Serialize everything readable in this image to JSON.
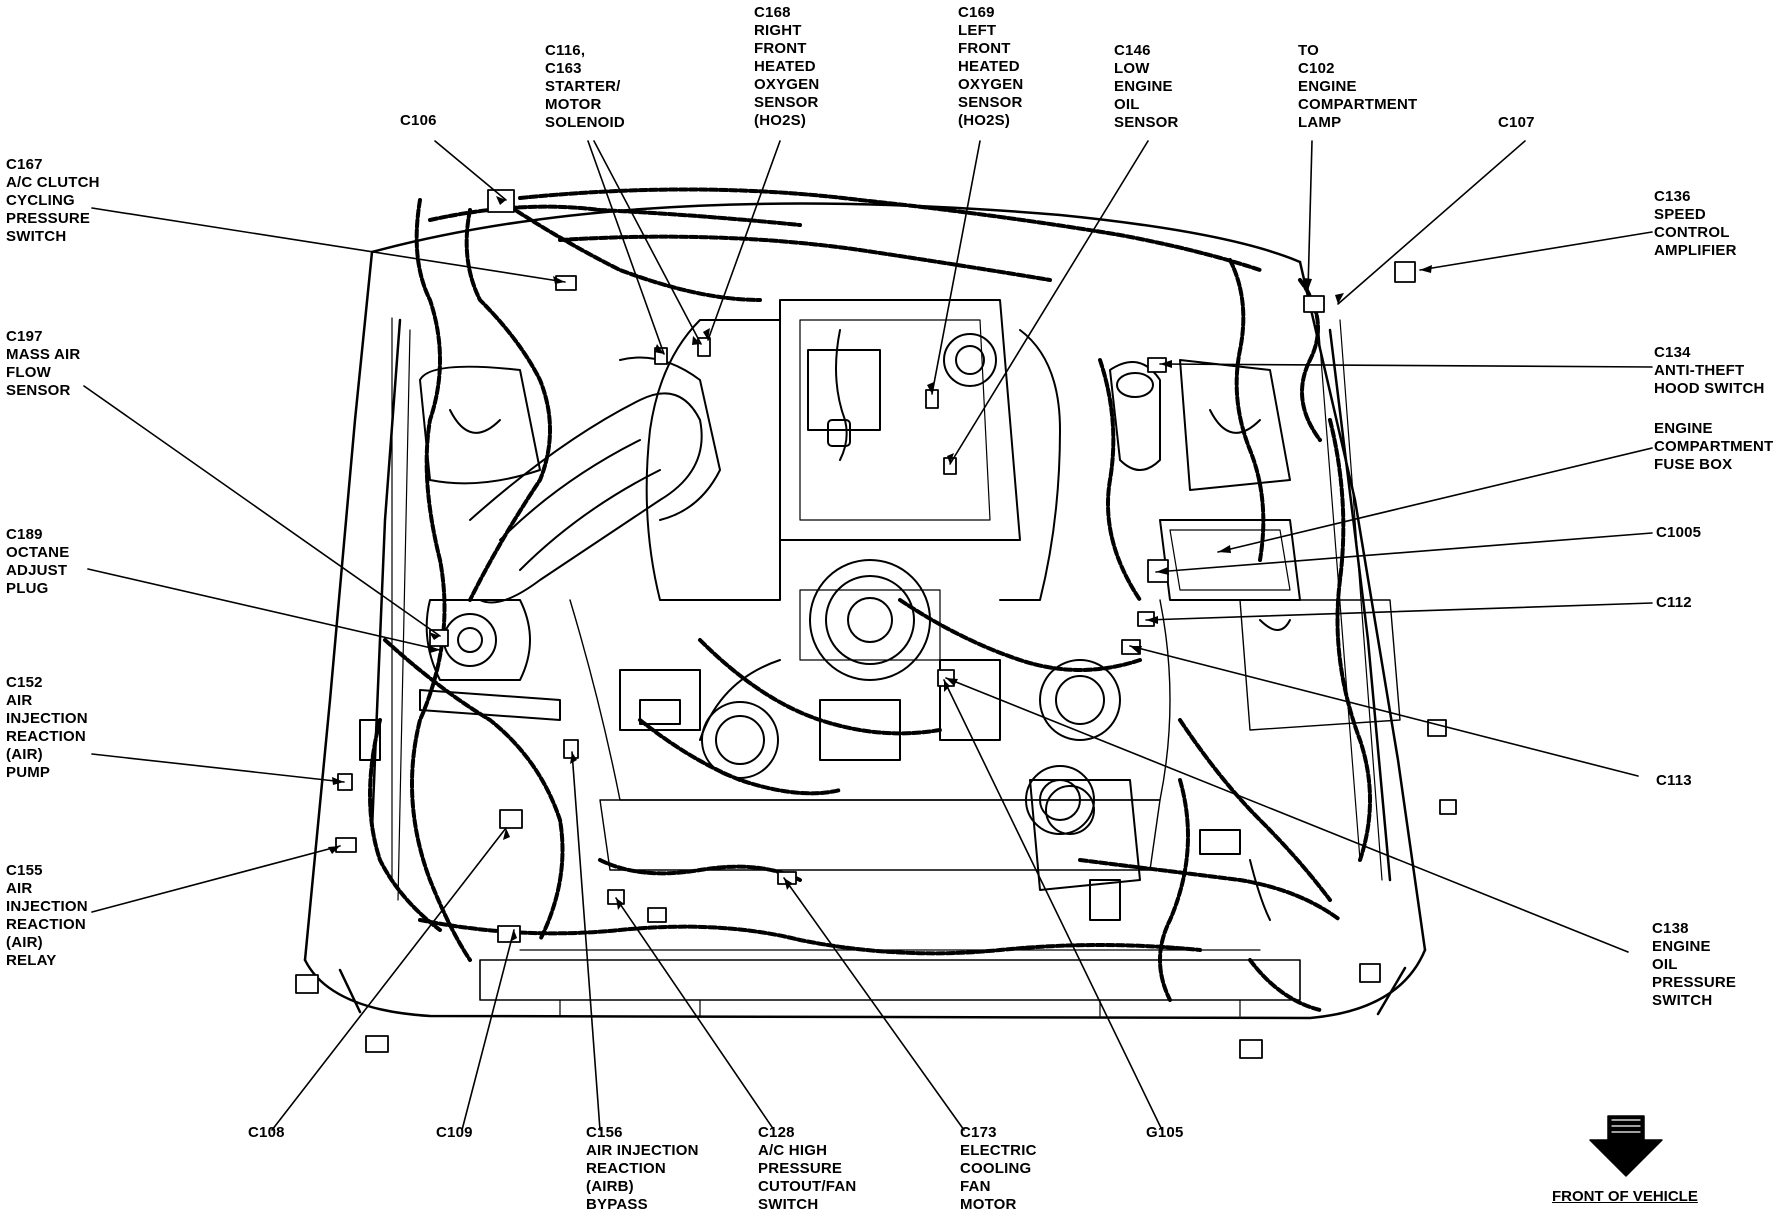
{
  "labels": {
    "c167": [
      "C167",
      "A/C CLUTCH",
      "CYCLING",
      "PRESSURE",
      "SWITCH"
    ],
    "c106": [
      "C106"
    ],
    "c116": [
      "C116,",
      "C163",
      "STARTER/",
      "MOTOR",
      "SOLENOID"
    ],
    "c168": [
      "C168",
      "RIGHT",
      "FRONT",
      "HEATED",
      "OXYGEN",
      "SENSOR",
      "(HO2S)"
    ],
    "c169": [
      "C169",
      "LEFT",
      "FRONT",
      "HEATED",
      "OXYGEN",
      "SENSOR",
      "(HO2S)"
    ],
    "c146": [
      "C146",
      "LOW",
      "ENGINE",
      "OIL",
      "SENSOR"
    ],
    "c102": [
      "TO",
      "C102",
      "ENGINE",
      "COMPARTMENT",
      "LAMP"
    ],
    "c107": [
      "C107"
    ],
    "c136": [
      "C136",
      "SPEED",
      "CONTROL",
      "AMPLIFIER"
    ],
    "c134": [
      "C134",
      "ANTI-THEFT",
      "HOOD SWITCH"
    ],
    "fusebox": [
      "ENGINE",
      "COMPARTMENT",
      "FUSE BOX"
    ],
    "c1005": [
      "C1005"
    ],
    "c112": [
      "C112"
    ],
    "c113": [
      "C113"
    ],
    "c138": [
      "C138",
      "ENGINE",
      "OIL",
      "PRESSURE",
      "SWITCH"
    ],
    "c197": [
      "C197",
      "MASS AIR",
      "FLOW",
      "SENSOR"
    ],
    "c189": [
      "C189",
      "OCTANE",
      "ADJUST",
      "PLUG"
    ],
    "c152": [
      "C152",
      "AIR",
      "INJECTION",
      "REACTION",
      "(AIR)",
      "PUMP"
    ],
    "c155": [
      "C155",
      "AIR",
      "INJECTION",
      "REACTION",
      "(AIR)",
      "RELAY"
    ],
    "c108": [
      "C108"
    ],
    "c109": [
      "C109"
    ],
    "c156": [
      "C156",
      "AIR INJECTION",
      "REACTION",
      "(AIRB)",
      "BYPASS"
    ],
    "c128": [
      "C128",
      "A/C HIGH",
      "PRESSURE",
      "CUTOUT/FAN",
      "SWITCH"
    ],
    "c173": [
      "C173",
      "ELECTRIC",
      "COOLING",
      "FAN",
      "MOTOR"
    ],
    "g105": [
      "G105"
    ]
  },
  "front_of_vehicle": "FRONT OF VEHICLE"
}
